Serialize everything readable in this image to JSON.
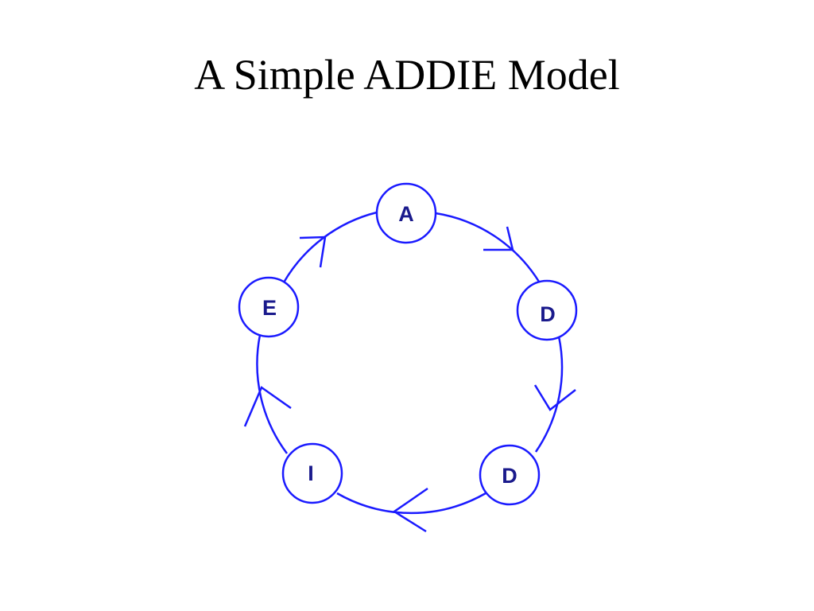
{
  "title": "A Simple ADDIE Model",
  "colors": {
    "line": "#1a1aff",
    "label": "#1a1a8c",
    "background": "#ffffff"
  },
  "nodes": [
    {
      "label": "A"
    },
    {
      "label": "D"
    },
    {
      "label": "D"
    },
    {
      "label": "I"
    },
    {
      "label": "E"
    }
  ]
}
